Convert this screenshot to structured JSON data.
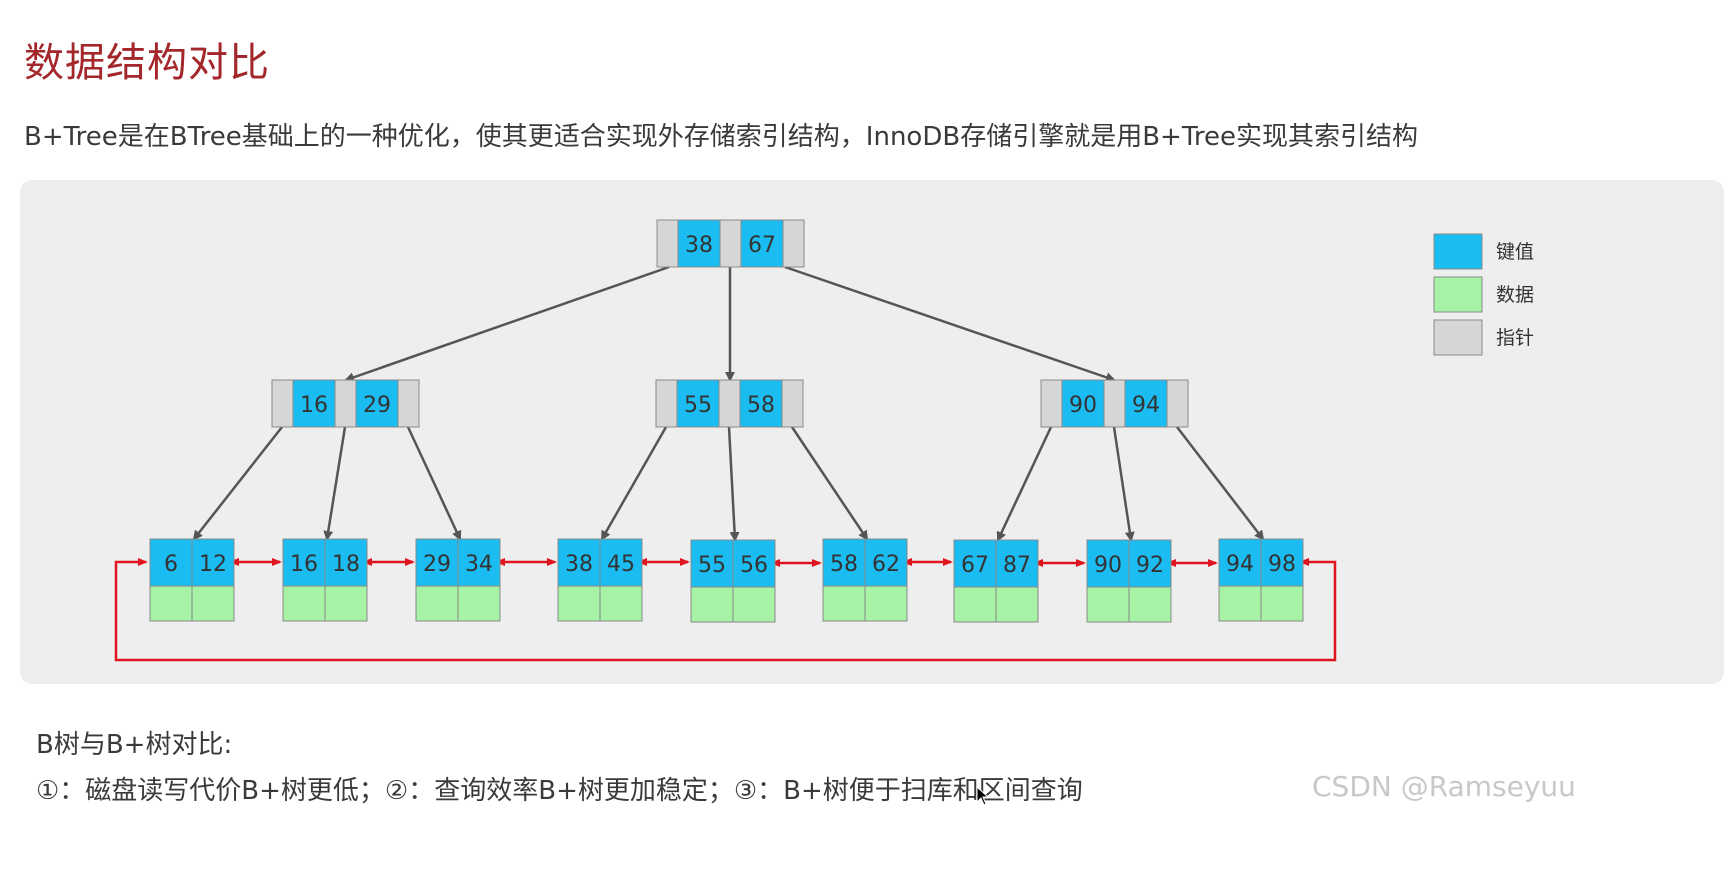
{
  "title": "数据结构对比",
  "subtitle": "B+Tree是在BTree基础上的一种优化，使其更适合实现外存储索引结构，InnoDB存储引擎就是用B+Tree实现其索引结构",
  "colors": {
    "title": "#a3272b",
    "key": "#1bbcf2",
    "data": "#a6f3a6",
    "pointer": "#d6d6d6",
    "leaf_link": "#e0141e",
    "edge": "#555555"
  },
  "legend": [
    {
      "label": "键值",
      "color": "#1bbcf2"
    },
    {
      "label": "数据",
      "color": "#a6f3a6"
    },
    {
      "label": "指针",
      "color": "#d6d6d6"
    }
  ],
  "tree": {
    "root": {
      "keys": [
        "38",
        "67"
      ]
    },
    "internal": [
      {
        "keys": [
          "16",
          "29"
        ]
      },
      {
        "keys": [
          "55",
          "58"
        ]
      },
      {
        "keys": [
          "90",
          "94"
        ]
      }
    ],
    "leaves": [
      {
        "keys": [
          "6",
          "12"
        ]
      },
      {
        "keys": [
          "16",
          "18"
        ]
      },
      {
        "keys": [
          "29",
          "34"
        ]
      },
      {
        "keys": [
          "38",
          "45"
        ]
      },
      {
        "keys": [
          "55",
          "56"
        ]
      },
      {
        "keys": [
          "58",
          "62"
        ]
      },
      {
        "keys": [
          "67",
          "87"
        ]
      },
      {
        "keys": [
          "90",
          "92"
        ]
      },
      {
        "keys": [
          "94",
          "98"
        ]
      }
    ]
  },
  "comparison": {
    "heading": "B树与B+树对比:",
    "points": "①：磁盘读写代价B+树更低；②：查询效率B+树更加稳定；③：B+树便于扫库和区间查询"
  },
  "watermark": "CSDN @Ramseyuu"
}
